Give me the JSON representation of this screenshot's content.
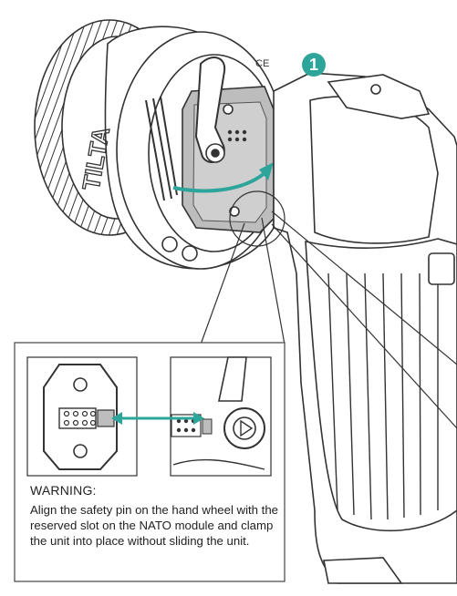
{
  "step": {
    "number": "1"
  },
  "device": {
    "brand_mark": "TILTA"
  },
  "colors": {
    "accent": "#2ea59a",
    "line": "#333333"
  },
  "icons": [
    "step-number-icon",
    "double-arrow-icon",
    "ce-mark-icon",
    "fc-mark-icon"
  ],
  "warning": {
    "title": "WARNING:",
    "text": "Align the safety pin on the hand wheel with the reserved slot on the NATO module and clamp the unit into place without sliding the unit."
  }
}
